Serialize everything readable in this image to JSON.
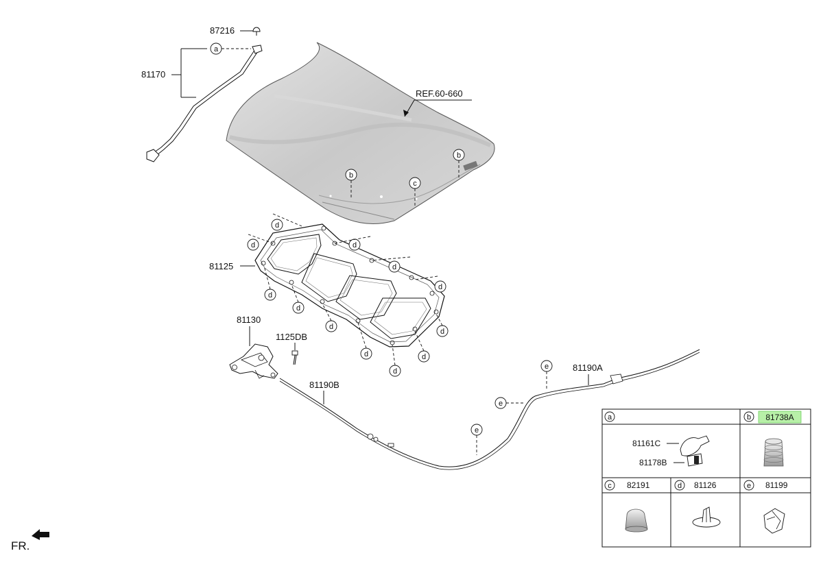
{
  "labels": {
    "rod_clip": "87216",
    "stay_rod": "81170",
    "hood_ref": "REF.60-660",
    "insulator": "81125",
    "latch": "81130",
    "bolt": "1125DB",
    "cable_b": "81190B",
    "cable_a": "81190A",
    "front": "FR."
  },
  "callout_letters": {
    "a": "a",
    "b": "b",
    "c": "c",
    "d": "d",
    "e": "e"
  },
  "legend": {
    "a_letter": "a",
    "a_part1": "81161C",
    "a_part2": "81178B",
    "b_letter": "b",
    "b_part": "81738A",
    "b_highlight_color": "#b8f0a8",
    "c_letter": "c",
    "c_part": "82191",
    "d_letter": "d",
    "d_part": "81126",
    "e_letter": "e",
    "e_part": "81199"
  }
}
